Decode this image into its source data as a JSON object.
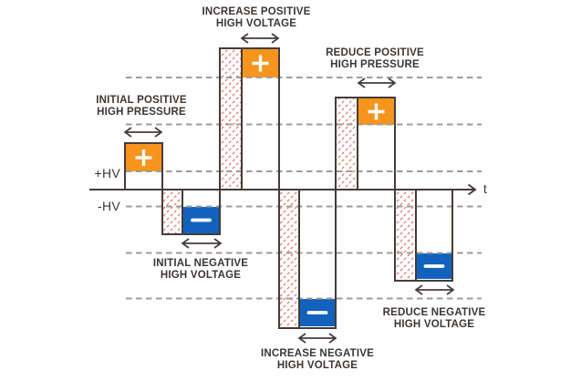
{
  "axis": {
    "t": "t",
    "plus_hv": "+HV",
    "minus_hv": "-HV"
  },
  "annotations": [
    {
      "id": "initial-positive",
      "lines": [
        "INITIAL POSITIVE",
        "HIGH PRESSURE"
      ]
    },
    {
      "id": "increase-positive",
      "lines": [
        "INCREASE POSITIVE",
        "HIGH VOLTAGE"
      ]
    },
    {
      "id": "reduce-positive",
      "lines": [
        "REDUCE POSITIVE",
        "HIGH PRESSURE"
      ]
    },
    {
      "id": "initial-negative",
      "lines": [
        "INITIAL NEGATIVE",
        "HIGH VOLTAGE"
      ]
    },
    {
      "id": "increase-negative",
      "lines": [
        "INCREASE NEGATIVE",
        "HIGH VOLTAGE"
      ]
    },
    {
      "id": "reduce-negative",
      "lines": [
        "REDUCE NEGATIVE",
        "HIGH VOLTAGE"
      ]
    }
  ],
  "pulses": [
    {
      "name": "initial-positive-pulse",
      "polarity": "positive",
      "sign": "+"
    },
    {
      "name": "initial-negative-pulse",
      "polarity": "negative",
      "sign": "−"
    },
    {
      "name": "increase-positive-pulse",
      "polarity": "positive",
      "sign": "+"
    },
    {
      "name": "increase-negative-pulse",
      "polarity": "negative",
      "sign": "−"
    },
    {
      "name": "reduce-positive-pulse",
      "polarity": "positive",
      "sign": "+"
    },
    {
      "name": "reduce-negative-pulse",
      "polarity": "negative",
      "sign": "−"
    }
  ],
  "colors": {
    "positive_fill": "#F7941D",
    "negative_fill": "#1262BD",
    "outline": "#443C39",
    "gridline": "#9C9C9C",
    "hatch": "#E4736E",
    "text": "#3B3633"
  }
}
